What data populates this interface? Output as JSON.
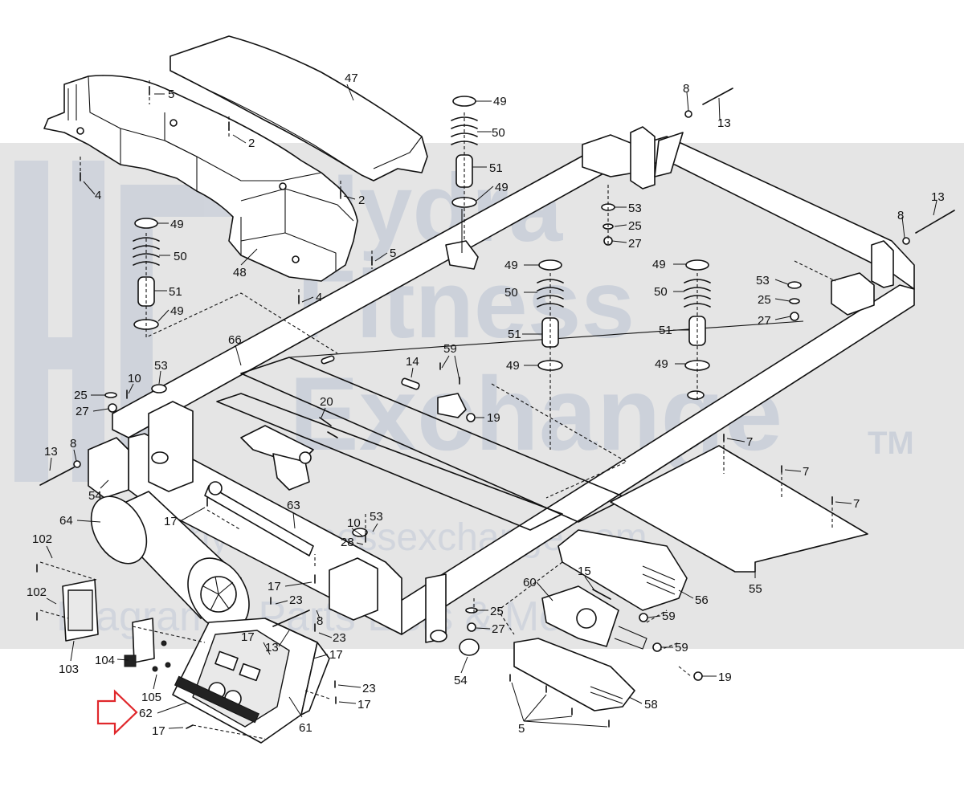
{
  "watermark": {
    "line1": "Hydra",
    "line2": "Fitness",
    "line3": "Exchange",
    "trademark": "TM",
    "url": "www.hydrafitnessexchange.com",
    "tagline": "Diagrams, Parts Lists & More"
  },
  "callouts": [
    {
      "label": "47"
    },
    {
      "label": "5"
    },
    {
      "label": "2"
    },
    {
      "label": "4"
    },
    {
      "label": "2"
    },
    {
      "label": "5"
    },
    {
      "label": "48"
    },
    {
      "label": "4"
    },
    {
      "label": "49"
    },
    {
      "label": "50"
    },
    {
      "label": "51"
    },
    {
      "label": "49"
    },
    {
      "label": "49"
    },
    {
      "label": "50"
    },
    {
      "label": "51"
    },
    {
      "label": "49"
    },
    {
      "label": "8"
    },
    {
      "label": "13"
    },
    {
      "label": "53"
    },
    {
      "label": "25"
    },
    {
      "label": "27"
    },
    {
      "label": "13"
    },
    {
      "label": "8"
    },
    {
      "label": "53"
    },
    {
      "label": "25"
    },
    {
      "label": "27"
    },
    {
      "label": "49"
    },
    {
      "label": "50"
    },
    {
      "label": "51"
    },
    {
      "label": "49"
    },
    {
      "label": "49"
    },
    {
      "label": "50"
    },
    {
      "label": "51"
    },
    {
      "label": "49"
    },
    {
      "label": "66"
    },
    {
      "label": "53"
    },
    {
      "label": "10"
    },
    {
      "label": "25"
    },
    {
      "label": "27"
    },
    {
      "label": "14"
    },
    {
      "label": "59"
    },
    {
      "label": "19"
    },
    {
      "label": "20"
    },
    {
      "label": "7"
    },
    {
      "label": "7"
    },
    {
      "label": "7"
    },
    {
      "label": "13"
    },
    {
      "label": "8"
    },
    {
      "label": "54"
    },
    {
      "label": "64"
    },
    {
      "label": "17"
    },
    {
      "label": "63"
    },
    {
      "label": "53"
    },
    {
      "label": "10"
    },
    {
      "label": "28"
    },
    {
      "label": "102"
    },
    {
      "label": "102"
    },
    {
      "label": "17"
    },
    {
      "label": "23"
    },
    {
      "label": "8"
    },
    {
      "label": "17"
    },
    {
      "label": "13"
    },
    {
      "label": "23"
    },
    {
      "label": "17"
    },
    {
      "label": "25"
    },
    {
      "label": "27"
    },
    {
      "label": "60"
    },
    {
      "label": "15"
    },
    {
      "label": "56"
    },
    {
      "label": "55"
    },
    {
      "label": "59"
    },
    {
      "label": "59"
    },
    {
      "label": "19"
    },
    {
      "label": "54"
    },
    {
      "label": "103"
    },
    {
      "label": "104"
    },
    {
      "label": "105"
    },
    {
      "label": "62"
    },
    {
      "label": "17"
    },
    {
      "label": "23"
    },
    {
      "label": "17"
    },
    {
      "label": "61"
    },
    {
      "label": "58"
    },
    {
      "label": "5"
    }
  ],
  "highlight_arrow": {
    "color": "#e0282c",
    "points_to": "62"
  }
}
